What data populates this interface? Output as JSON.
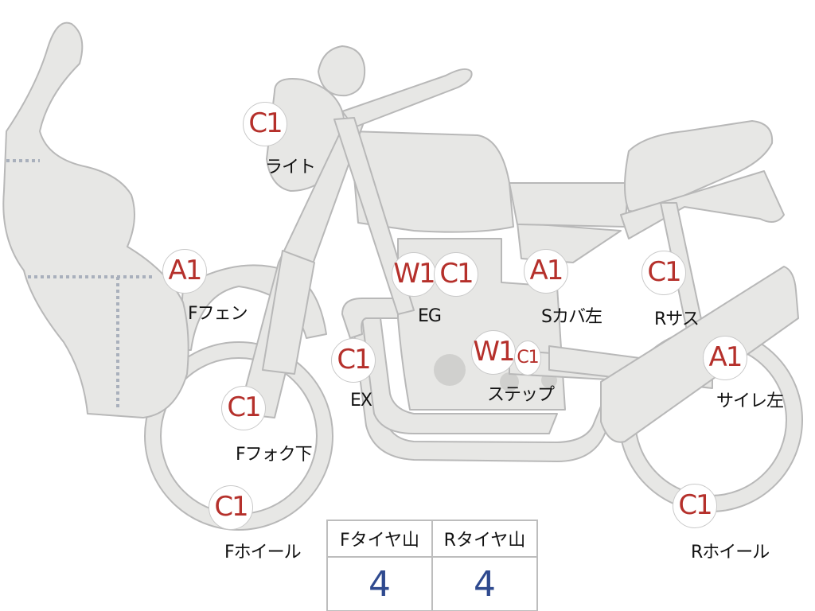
{
  "parts": [
    {
      "id": "light",
      "grade": "C1",
      "label": "ライト"
    },
    {
      "id": "front-fender",
      "grade": "A1",
      "label": "Fフェン"
    },
    {
      "id": "engine",
      "grade": "W1",
      "grade2": "C1",
      "label": "EG"
    },
    {
      "id": "side-cover-left",
      "grade": "A1",
      "label": "Sカバ左"
    },
    {
      "id": "rear-suspension",
      "grade": "C1",
      "label": "Rサス"
    },
    {
      "id": "exhaust",
      "grade": "C1",
      "label": "EX"
    },
    {
      "id": "step",
      "grade": "W1",
      "grade2": "C1",
      "label": "ステップ"
    },
    {
      "id": "muffler-left",
      "grade": "A1",
      "label": "サイレ左"
    },
    {
      "id": "front-fork-lower",
      "grade": "C1",
      "label": "Fフォク下"
    },
    {
      "id": "front-wheel",
      "grade": "C1",
      "label": "Fホイール"
    },
    {
      "id": "rear-wheel",
      "grade": "C1",
      "label": "Rホイール"
    }
  ],
  "tire_table": {
    "headers": [
      "Fタイヤ山",
      "Rタイヤ山"
    ],
    "values": [
      "4",
      "4"
    ]
  },
  "colors": {
    "bike_fill": "#e7e7e5",
    "bike_stroke": "#b8b8b8",
    "grade_text": "#b5302b",
    "table_value": "#2f4a8f"
  }
}
